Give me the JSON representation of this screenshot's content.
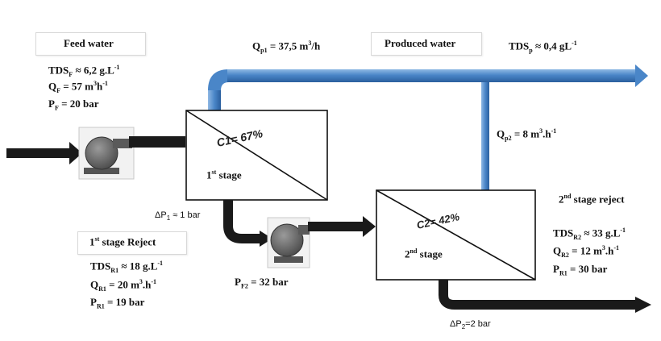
{
  "feed": {
    "title": "Feed water",
    "tds": {
      "sym": "TDS",
      "sub": "F",
      "rest": " ≈ 6,2 g.L",
      "sup": "-1"
    },
    "q": {
      "sym": "Q",
      "sub": "F",
      "rest": " = 57 m",
      "sup": "3",
      "rest2": "h",
      "sup2": "-1"
    },
    "p": {
      "sym": "P",
      "sub": "F",
      "rest": " = 20 bar"
    }
  },
  "top": {
    "qp1": {
      "sym": "Q",
      "sub": "p1",
      "rest": " = 37,5 m",
      "sup": "3",
      "rest2": "/h"
    },
    "produced_title": "Produced water",
    "tdsp": {
      "sym": "TDS",
      "sub": "p",
      "rest": " ≈ 0,4 gL",
      "sup": "-1"
    }
  },
  "qp2": {
    "sym": "Q",
    "sub": "p2",
    "rest": " = 8 m",
    "sup": "3",
    "rest2": ".h",
    "sup2": "-1"
  },
  "stage1": {
    "label": "1",
    "label_sup": "st",
    "label_rest": " stage",
    "handwritten": "C1= 67%",
    "dp": "ΔP",
    "dp_sub": "1",
    "dp_rest": " ≈ 1 bar"
  },
  "stage2": {
    "label": "2",
    "label_sup": "nd",
    "label_rest": " stage",
    "handwritten": "C2= 42%",
    "dp": "ΔP",
    "dp_sub": "2",
    "dp_rest": "=2 bar"
  },
  "reject1": {
    "title": "1",
    "title_sup": "st",
    "title_rest": " stage Reject",
    "tds": {
      "sym": "TDS",
      "sub": "R1",
      "rest": " ≈ 18 g.L",
      "sup": "-1"
    },
    "q": {
      "sym": "Q",
      "sub": "R1",
      "rest": " = 20 m",
      "sup": "3",
      "rest2": ".h",
      "sup2": "-1"
    },
    "p": {
      "sym": "P",
      "sub": "R1",
      "rest": " = 19 bar"
    }
  },
  "pf2": {
    "sym": "P",
    "sub": "F2",
    "rest": " = 32 bar"
  },
  "reject2": {
    "title": "2",
    "title_sup": "nd",
    "title_rest": " stage reject",
    "tds": {
      "sym": "TDS",
      "sub": "R2",
      "rest": " ≈ 33 g.L",
      "sup": "-1"
    },
    "q": {
      "sym": "Q",
      "sub": "R2",
      "rest": " = 12 m",
      "sup": "3",
      "rest2": ".h",
      "sup2": "-1"
    },
    "p": {
      "sym": "P",
      "sub": "R1",
      "rest": " = 30 bar"
    }
  },
  "colors": {
    "permeate_pipe": "#4a86c8",
    "reject_pipe": "#1a1a1a",
    "pump": "#6e6e6e"
  }
}
